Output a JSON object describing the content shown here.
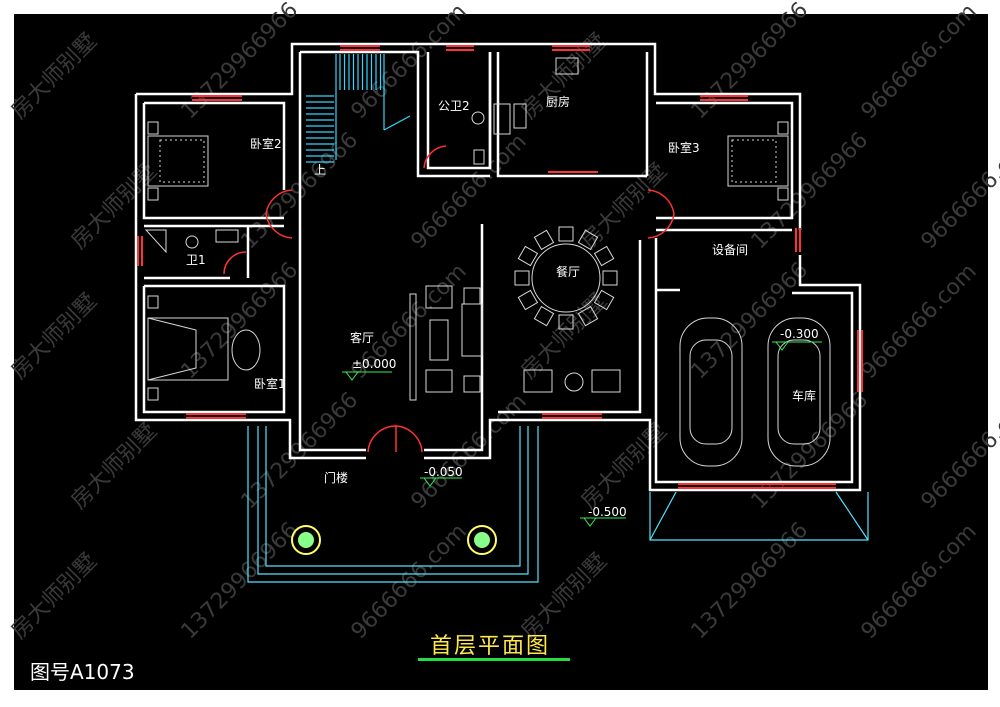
{
  "drawing": {
    "title": "首层平面图",
    "drawing_number": "图号A1073"
  },
  "rooms": {
    "bedroom2": "卧室2",
    "bedroom3": "卧室3",
    "bedroom1": "卧室1",
    "bathroom1": "卫1",
    "public_bath2": "公卫2",
    "kitchen": "厨房",
    "dining": "餐厅",
    "living": "客厅",
    "equipment": "设备间",
    "garage": "车库",
    "porch": "门楼"
  },
  "elevations": {
    "living": "±0.000",
    "porch": "-0.050",
    "garage": "-0.300",
    "outside": "-0.500"
  },
  "stair_mark": "上",
  "watermarks": {
    "brand": "房大师别墅",
    "phone": "13729966966",
    "site": "9666666.com"
  },
  "colors": {
    "background": "#000000",
    "wall": "#ffffff",
    "window": "#ff3333",
    "stair": "#33d6ff",
    "furniture": "#d8d8d8",
    "room_label": "#ffffff",
    "elevation_label": "#ffffff",
    "elevation_marker": "#33ee55",
    "title": "#ffe84a",
    "title_underline": "#22dd44",
    "porch_outline": "#4fe3ff"
  }
}
